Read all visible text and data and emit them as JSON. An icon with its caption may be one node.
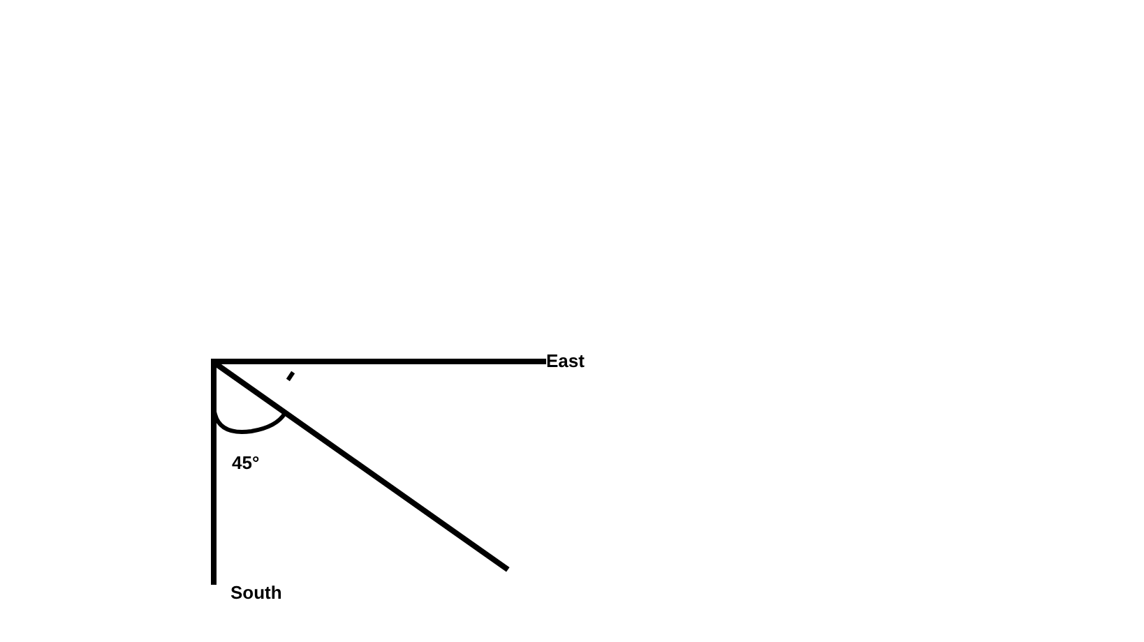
{
  "diagram": {
    "labels": [
      "East",
      "45°",
      "South"
    ]
  }
}
